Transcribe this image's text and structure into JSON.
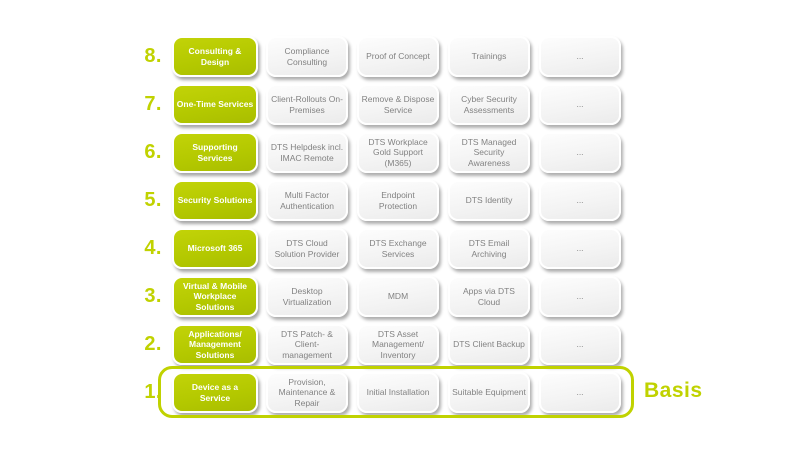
{
  "colors": {
    "accent_green": "#b3c800",
    "accent_green_bright": "#c0d200",
    "box_text_gray": "#828282",
    "box_fill": "#f3f3f3",
    "background": "#ffffff"
  },
  "basis_label": "Basis",
  "rows": [
    {
      "number": "8.",
      "label": "Consulting & Design",
      "items": [
        "Compliance Consulting",
        "Proof of Concept",
        "Trainings",
        "..."
      ]
    },
    {
      "number": "7.",
      "label": "One-Time Services",
      "items": [
        "Client-Rollouts On-Premises",
        "Remove & Dispose Service",
        "Cyber Security Assessments",
        "..."
      ]
    },
    {
      "number": "6.",
      "label": "Supporting Services",
      "items": [
        "DTS Helpdesk incl. IMAC Remote",
        "DTS Workplace Gold Support (M365)",
        "DTS Managed Security Awareness",
        "..."
      ]
    },
    {
      "number": "5.",
      "label": "Security Solutions",
      "items": [
        "Multi Factor Authentication",
        "Endpoint Protection",
        "DTS Identity",
        "..."
      ]
    },
    {
      "number": "4.",
      "label": "Microsoft 365",
      "items": [
        "DTS Cloud Solution Provider",
        "DTS Exchange Services",
        "DTS Email Archiving",
        "..."
      ]
    },
    {
      "number": "3.",
      "label": "Virtual & Mobile Workplace Solutions",
      "items": [
        "Desktop Virtualization",
        "MDM",
        "Apps via DTS Cloud",
        "..."
      ]
    },
    {
      "number": "2.",
      "label": "Applications/ Management Solutions",
      "items": [
        "DTS Patch- & Client-management",
        "DTS Asset Management/ Inventory",
        "DTS Client Backup",
        "..."
      ]
    },
    {
      "number": "1.",
      "label": "Device as a Service",
      "highlighted": true,
      "items": [
        "Provision, Maintenance & Repair",
        "Initial Installation",
        "Suitable Equipment",
        "..."
      ]
    }
  ]
}
